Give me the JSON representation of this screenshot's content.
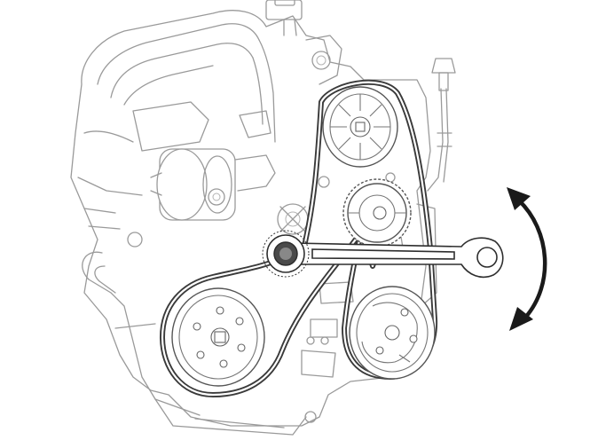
{
  "figure": {
    "caption": "",
    "components": [
      {
        "id": "engine-block",
        "icon": "engine-outline"
      },
      {
        "id": "upper-idler-pulley",
        "icon": "ribbed-pulley"
      },
      {
        "id": "tensioner-pulley",
        "icon": "toothed-pulley"
      },
      {
        "id": "crankshaft-pulley",
        "icon": "pulley"
      },
      {
        "id": "ac-compressor-pulley",
        "icon": "pulley"
      },
      {
        "id": "drive-belt",
        "icon": "belt"
      },
      {
        "id": "ring-spanner",
        "icon": "wrench"
      },
      {
        "id": "rotation-arrow",
        "icon": "double-headed-curved-arrow"
      }
    ]
  },
  "style": {
    "line_color": "#9a9a9a",
    "component_color": "#555555",
    "belt_color": "#3a3a3a",
    "arrow_color": "#1a1a1a",
    "background": "#ffffff"
  }
}
